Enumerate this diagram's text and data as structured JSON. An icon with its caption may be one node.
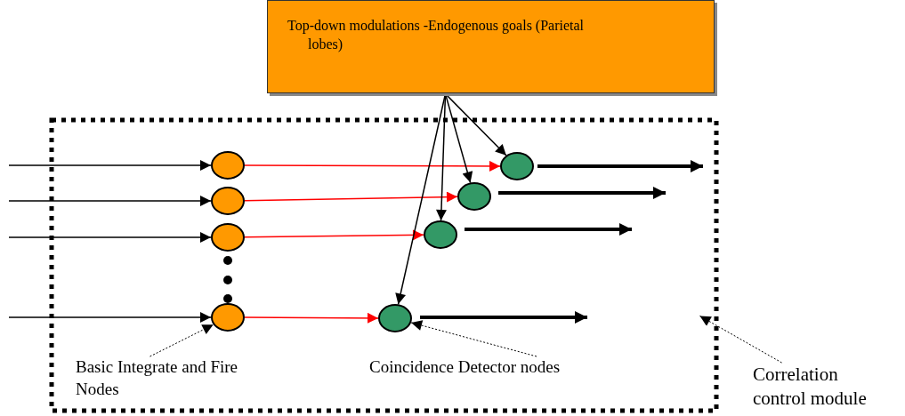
{
  "diagram": {
    "nodes": [
      {
        "text": [
          "Top-down modulations -Endogenous goals (Parietal lobes)"
        ]
      },
      {
        "text": [],
        "shape": "box"
      },
      {
        "text": [],
        "shape": "circle",
        "in": 1
      },
      {
        "text": [],
        "shape": "circle",
        "in": 1
      },
      {
        "text": [],
        "shape": "circle",
        "in": 1
      },
      {
        "text": [],
        "shape": "circle",
        "in": 1
      },
      {
        "text": [],
        "shape": "circle",
        "in": 1
      },
      {
        "text": [],
        "shape": "circle",
        "in": 1
      },
      {
        "text": [],
        "shape": "circle",
        "in": 1
      },
      {
        "text": [],
        "shape": "circle",
        "in": 1
      },
      {
        "text": [
          "Basic Integrate and Fire Nodes"
        ],
        "in": 1
      },
      {
        "text": [
          "Coincidence Detector nodes"
        ],
        "in": 1
      },
      {
        "text": [
          "Correlation control module"
        ]
      }
    ],
    "edges": [
      {
        "from": null,
        "to": 2,
        "arrow": "to"
      },
      {
        "from": null,
        "to": 3,
        "arrow": "to"
      },
      {
        "from": null,
        "to": 4,
        "arrow": "to"
      },
      {
        "from": null,
        "to": 5,
        "arrow": "to"
      },
      {
        "from": 2,
        "to": 6,
        "arrow": "to",
        "color": "#ff0000"
      },
      {
        "from": 3,
        "to": 7,
        "arrow": "to",
        "color": "#ff0000"
      },
      {
        "from": 4,
        "to": 8,
        "arrow": "to",
        "color": "#ff0000"
      },
      {
        "from": 5,
        "to": 9,
        "arrow": "to",
        "color": "#ff0000"
      },
      {
        "from": 0,
        "to": 6,
        "arrow": "to"
      },
      {
        "from": 0,
        "to": 7,
        "arrow": "to"
      },
      {
        "from": 0,
        "to": 8,
        "arrow": "to"
      },
      {
        "from": 0,
        "to": 9,
        "arrow": "to"
      },
      {
        "from": 6,
        "to": null,
        "arrow": "to",
        "style": "thick"
      },
      {
        "from": 7,
        "to": null,
        "arrow": "to",
        "style": "thick"
      },
      {
        "from": 8,
        "to": null,
        "arrow": "to",
        "style": "thick"
      },
      {
        "from": 9,
        "to": null,
        "arrow": "to",
        "style": "thick"
      },
      {
        "from": 10,
        "to": 5,
        "arrow": "to",
        "style": "dashed"
      },
      {
        "from": 11,
        "to": 9,
        "arrow": "to",
        "style": "dashed"
      },
      {
        "from": 12,
        "to": 1,
        "arrow": "to",
        "style": "dashed"
      }
    ]
  }
}
